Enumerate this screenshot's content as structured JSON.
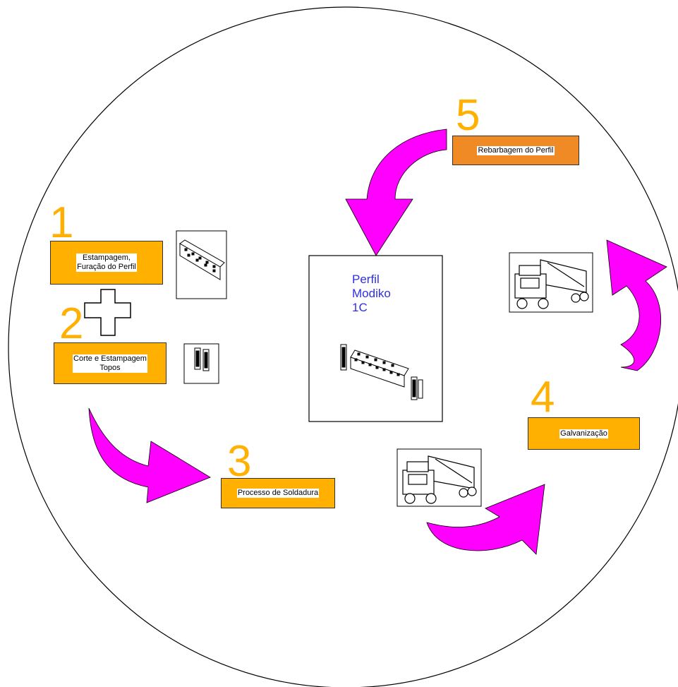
{
  "center": {
    "title": "Perfil\nModiko\n 1C"
  },
  "steps": [
    {
      "number": "1",
      "label": "Estampagem,\nFuração do Perfil"
    },
    {
      "number": "2",
      "label": "Corte e Estampagem\nTopos"
    },
    {
      "number": "3",
      "label": "Processo de Soldadura"
    },
    {
      "number": "4",
      "label": "Galvanização"
    },
    {
      "number": "5",
      "label": "Rebarbagem do Perfil"
    }
  ],
  "colors": {
    "step_number": "#FFB000",
    "label_fill": "#FFB000",
    "label_fill_step5": "#F08A24",
    "arrow": "#FF00FF",
    "center_title": "#2E2EE8"
  },
  "icons": [
    "perforated-profile-icon",
    "end-caps-icon",
    "truck-icon",
    "profile-assembly-icon",
    "plus-icon",
    "curved-arrow-icon"
  ]
}
